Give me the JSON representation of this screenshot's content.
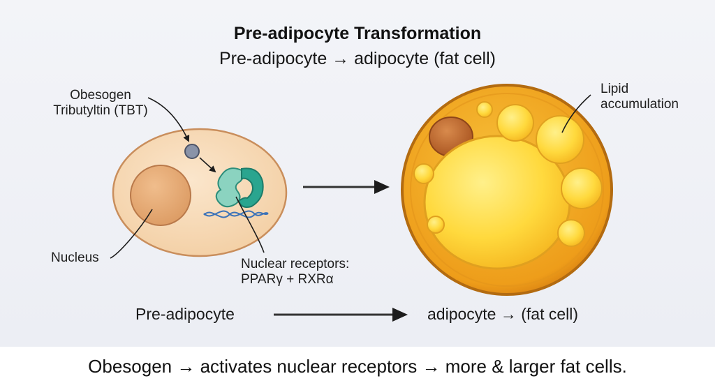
{
  "diagram": {
    "title": "Pre-adipocyte Transformation",
    "subtitle": "Pre-adipocyte → adipocyte (fat cell)",
    "labels": {
      "obesogen_line1": "Obesogen",
      "obesogen_line2": "Tributyltin (TBT)",
      "nucleus": "Nucleus",
      "receptors_line1": "Nuclear receptors:",
      "receptors_line2": "PPARγ + RXRα",
      "lipid_line1": "Lipid",
      "lipid_line2": "accumulation"
    },
    "stage_labels": {
      "left": "Pre-adipocyte",
      "right": "adipocyte → (fat cell)"
    },
    "caption": "Obesogen → activates nuclear receptors → more & larger fat cells."
  },
  "colors": {
    "cell_fill": "#f6d7b2",
    "cell_outline": "#c98e5c",
    "nucleus": "#e7ac78",
    "obesogen": "#8a93a8",
    "receptor_teal": "#2aa58f",
    "receptor_light": "#8bd3c0",
    "dna": "#3b72b8",
    "fat_cell": "#f2a417",
    "fat_cell_outline": "#b36b10",
    "lipid": "#ffd23a",
    "nucleus_fat": "#b8652b"
  }
}
